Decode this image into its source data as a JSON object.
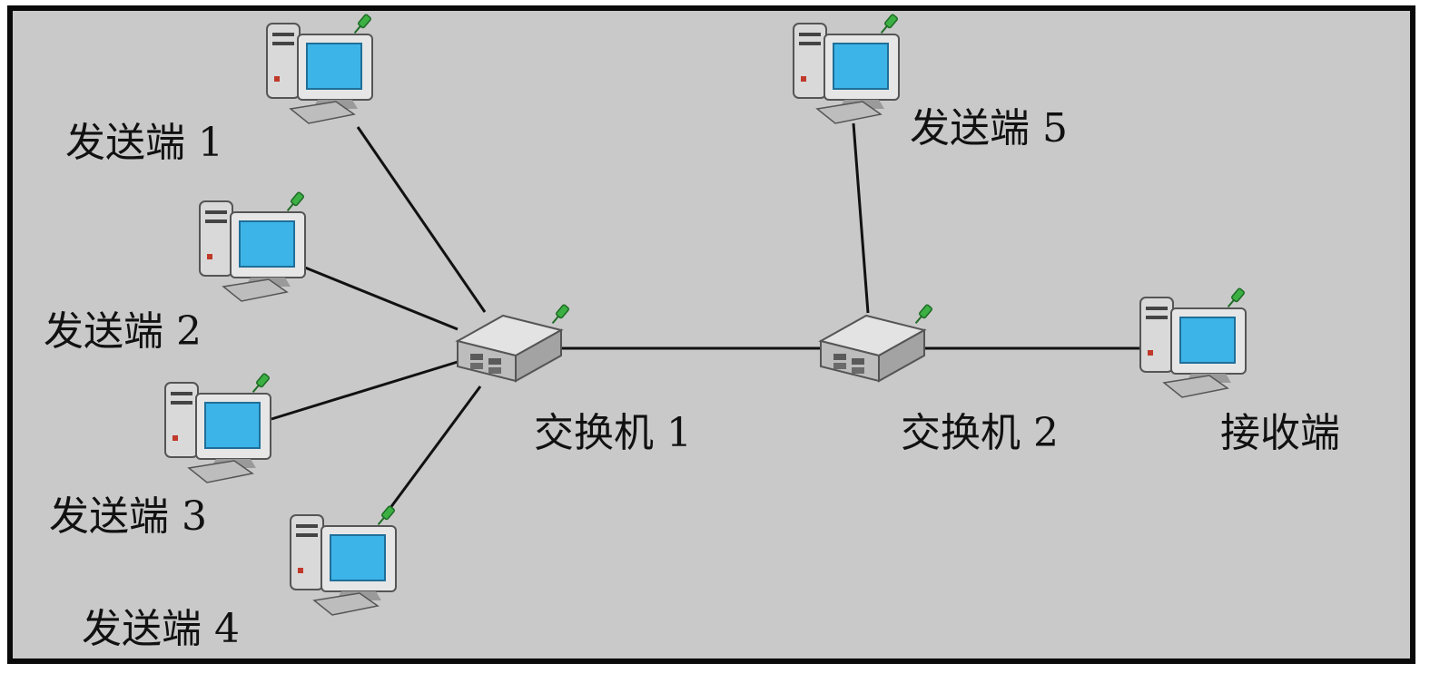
{
  "hosts": [
    {
      "id": "s1",
      "label": "发送端 1",
      "icon": "computer-icon"
    },
    {
      "id": "s2",
      "label": "发送端 2",
      "icon": "computer-icon"
    },
    {
      "id": "s3",
      "label": "发送端 3",
      "icon": "computer-icon"
    },
    {
      "id": "s4",
      "label": "发送端 4",
      "icon": "computer-icon"
    },
    {
      "id": "s5",
      "label": "发送端 5",
      "icon": "computer-icon"
    },
    {
      "id": "recv",
      "label": "接收端",
      "icon": "computer-icon"
    }
  ],
  "switches": [
    {
      "id": "sw1",
      "label": "交换机 1",
      "icon": "switch-icon"
    },
    {
      "id": "sw2",
      "label": "交换机 2",
      "icon": "switch-icon"
    }
  ],
  "links": [
    [
      "s1",
      "sw1"
    ],
    [
      "s2",
      "sw1"
    ],
    [
      "s3",
      "sw1"
    ],
    [
      "s4",
      "sw1"
    ],
    [
      "sw1",
      "sw2"
    ],
    [
      "s5",
      "sw2"
    ],
    [
      "sw2",
      "recv"
    ]
  ],
  "colors": {
    "background": "#c9c9c9",
    "border": "#0a0a0a",
    "link": "#111111",
    "screen": "#3db4e8",
    "pin": "#3cb043"
  }
}
